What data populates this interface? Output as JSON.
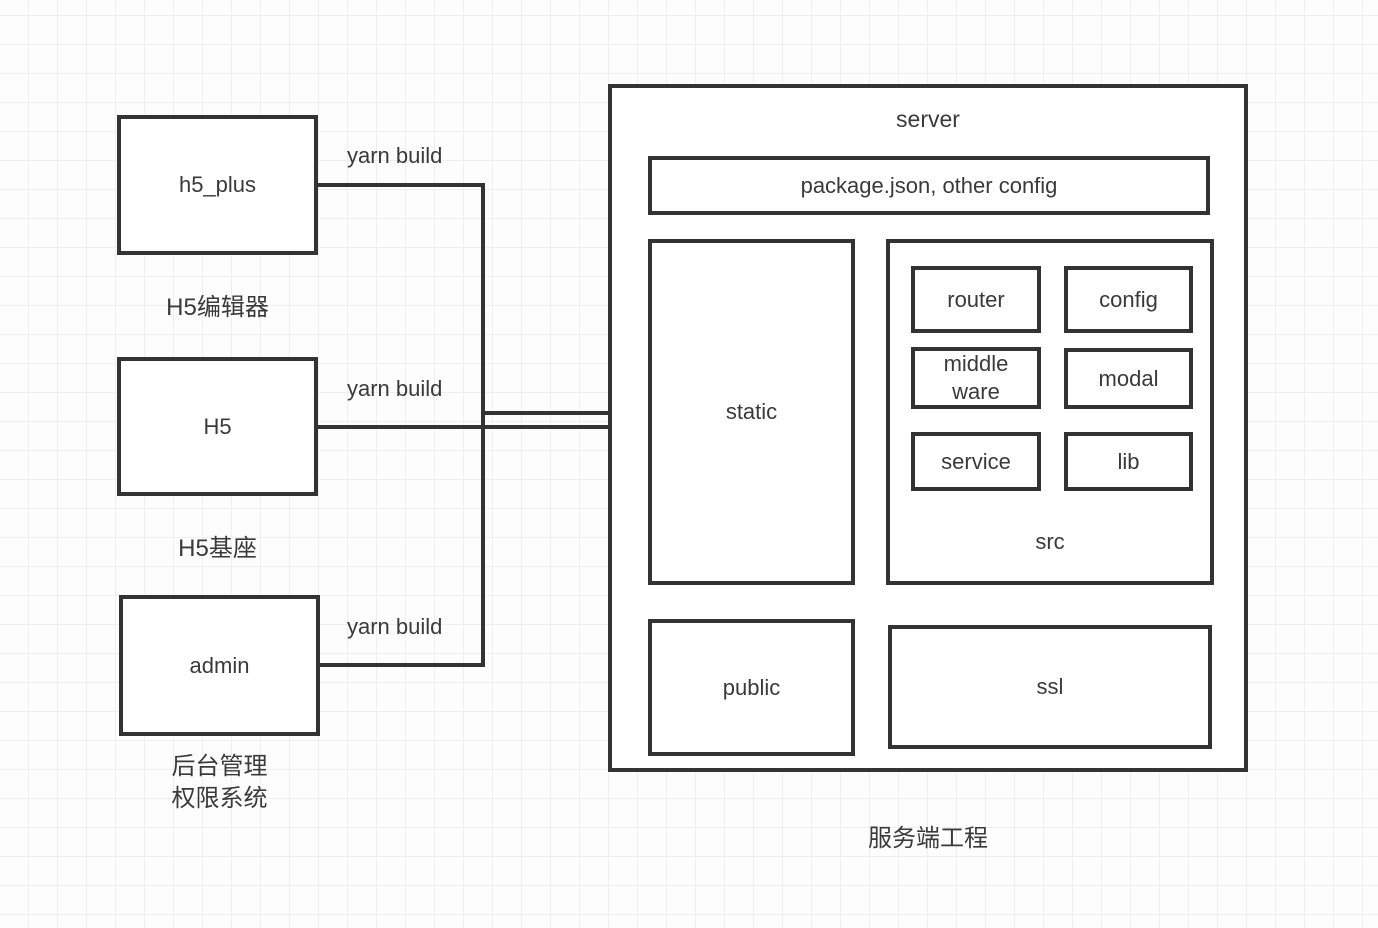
{
  "diagram": {
    "modules": [
      {
        "label": "h5_plus",
        "edge_label": "yarn build",
        "caption": "H5编辑器"
      },
      {
        "label": "H5",
        "edge_label": "yarn build",
        "caption": "H5基座"
      },
      {
        "label": "admin",
        "edge_label": "yarn build",
        "caption_lines": [
          "后台管理",
          "权限系统"
        ]
      }
    ],
    "server": {
      "title": "server",
      "config_box_label": "package.json, other config",
      "static_label": "static",
      "src": {
        "label": "src",
        "children": [
          "router",
          "config",
          "middle ware",
          "modal",
          "service",
          "lib"
        ]
      },
      "public_label": "public",
      "ssl_label": "ssl",
      "caption": "服务端工程"
    },
    "colors": {
      "stroke": "#333333",
      "text": "#3a3a3a",
      "grid_line": "#efefef",
      "canvas_background": "#fdfdfd",
      "node_background": "#ffffff"
    }
  }
}
